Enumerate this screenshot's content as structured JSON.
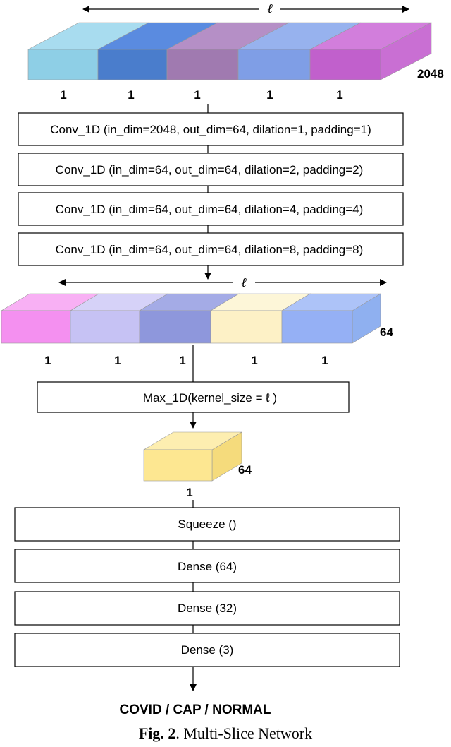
{
  "input_tensor": {
    "length_symbol": "ℓ",
    "depth_label": "2048",
    "slice_labels": [
      "1",
      "1",
      "1",
      "1",
      "1"
    ],
    "colors": {
      "fronts": [
        "#8ecfe6",
        "#4a7dcc",
        "#a07ab0",
        "#7f9ee6",
        "#c160cc"
      ],
      "tops": [
        "#a8dcef",
        "#5a8be0",
        "#b58fc6",
        "#97b2ee",
        "#d27edc"
      ],
      "side": "#c96fd3"
    }
  },
  "conv_layers": [
    "Conv_1D (in_dim=2048, out_dim=64, dilation=1, padding=1)",
    "Conv_1D (in_dim=64, out_dim=64, dilation=2, padding=2)",
    "Conv_1D (in_dim=64, out_dim=64, dilation=4, padding=4)",
    "Conv_1D (in_dim=64, out_dim=64, dilation=8, padding=8)"
  ],
  "mid_tensor": {
    "length_symbol": "ℓ",
    "depth_label": "64",
    "slice_labels": [
      "1",
      "1",
      "1",
      "1",
      "1"
    ],
    "colors": {
      "fronts": [
        "#f490f0",
        "#c6c2f4",
        "#8e97dc",
        "#fdf1c6",
        "#95b0f5"
      ],
      "tops": [
        "#f8b0f4",
        "#d6d2f8",
        "#a4abe6",
        "#fdf6d8",
        "#adc3f8"
      ],
      "side": "#8fb0f0"
    }
  },
  "maxpool": {
    "label": "Max_1D(kernel_size = ℓ )"
  },
  "pooled_tensor": {
    "depth_label": "64",
    "slice_label": "1",
    "colors": {
      "front": "#fde791",
      "top": "#fdeeb0",
      "side": "#f5db7c"
    }
  },
  "dense_layers": [
    "Squeeze ()",
    "Dense (64)",
    "Dense (32)",
    "Dense (3)"
  ],
  "output_label": "COVID / CAP / NORMAL",
  "caption": {
    "prefix": "Fig. 2",
    "text": ". Multi-Slice Network"
  }
}
